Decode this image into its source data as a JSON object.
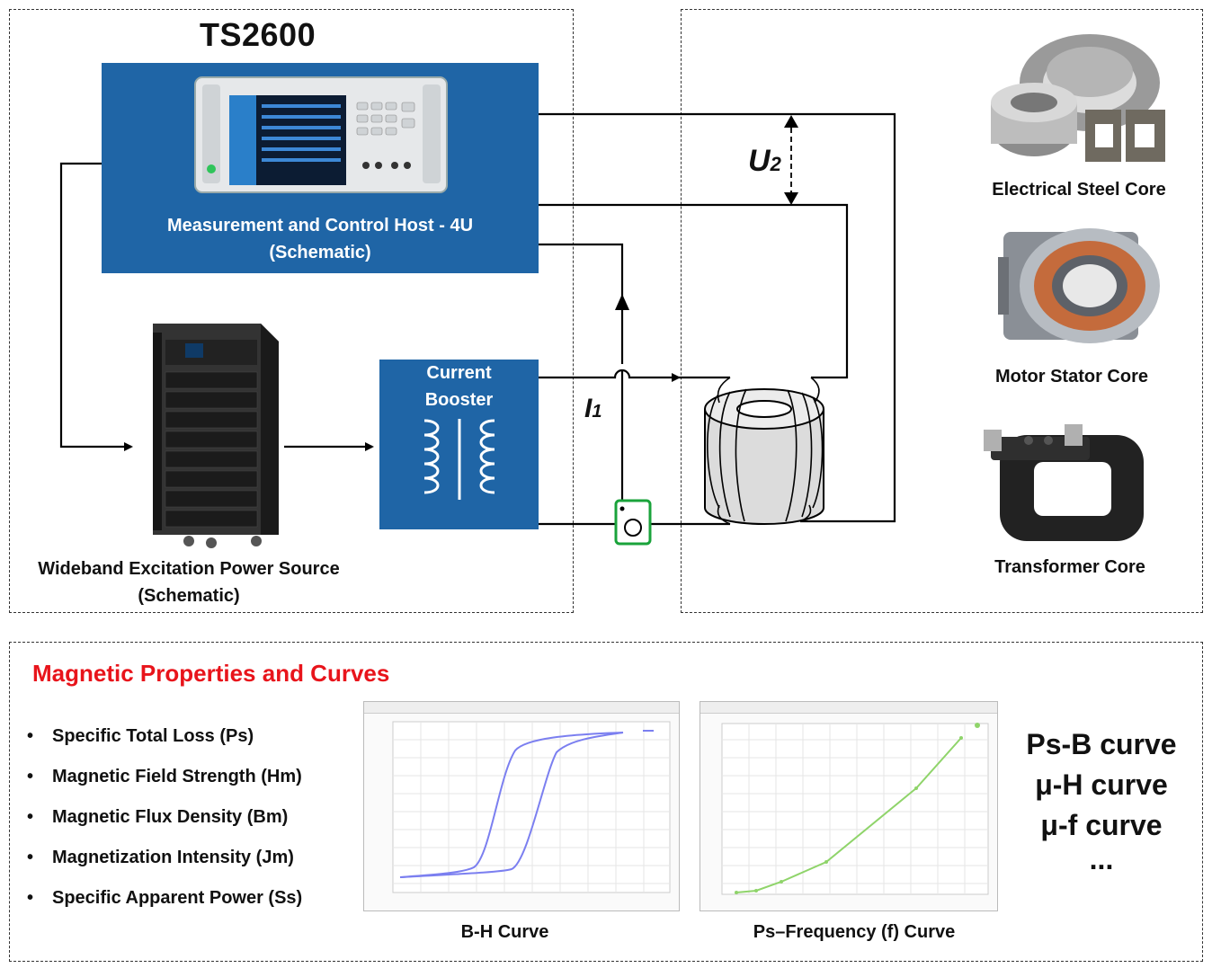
{
  "title": "TS2600",
  "host": {
    "label_line1": "Measurement and Control Host - 4U",
    "label_line2": "(Schematic)"
  },
  "power_source": {
    "label_line1": "Wideband Excitation Power Source",
    "label_line2": "(Schematic)"
  },
  "booster": {
    "label_line1": "Current",
    "label_line2": "Booster"
  },
  "signals": {
    "u2": "U",
    "u2_sub": "2",
    "i1": "I",
    "i1_sub": "1"
  },
  "samples": [
    {
      "label": "Electrical Steel Core"
    },
    {
      "label": "Motor Stator Core"
    },
    {
      "label": "Transformer Core"
    }
  ],
  "properties": {
    "heading": "Magnetic Properties and Curves",
    "items": [
      "Specific Total Loss (Ps)",
      "Magnetic Field Strength (Hm)",
      "Magnetic Flux Density (Bm)",
      "Magnetization Intensity (Jm)",
      "Specific Apparent Power (Ss)"
    ]
  },
  "curves": {
    "bh_caption": "B-H Curve",
    "pf_caption": "Ps–Frequency (f) Curve",
    "list": [
      "Ps-B curve",
      "μ-H curve",
      "μ-f curve",
      "..."
    ]
  },
  "colors": {
    "panel_blue": "#1f65a6",
    "heading_red": "#e8141b",
    "bh_line": "#7b7ff0",
    "pf_line": "#8fd46a",
    "probe_green": "#1aa33b"
  }
}
